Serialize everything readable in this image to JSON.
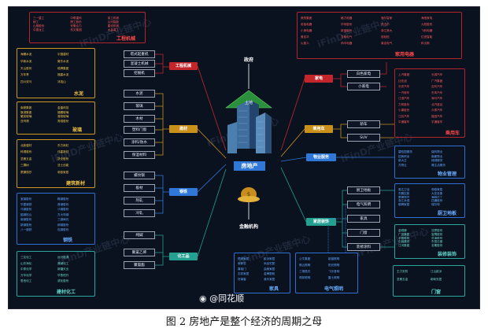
{
  "center": {
    "label": "房地产",
    "top_node": "政府",
    "bottom_node": "金融机构",
    "land_label": "土地"
  },
  "categories": {
    "engineering": "工程机械",
    "building": "建材",
    "steel": "钢铁",
    "chemical": "化工品",
    "appliance": "家电",
    "car": "乘用车",
    "property_service": "物业服务",
    "decoration": "家居装饰"
  },
  "left_items": {
    "engineering": [
      "塔式起重机",
      "混凝土机械",
      "挖掘机"
    ],
    "building": [
      "水泥",
      "玻璃",
      "木材",
      "塑料门窗",
      "涂料/防水",
      "保温材料"
    ],
    "steel": [
      "螺纹钢",
      "板材",
      "热轧",
      "冷轧"
    ],
    "chemical": [
      "纯碱",
      "聚氯乙烯",
      "聚氨酯"
    ]
  },
  "right_items": {
    "appliance": [
      "白色家电",
      "小家电"
    ],
    "car": [
      "轿车",
      "SUV"
    ],
    "decoration": [
      "厨卫地板",
      "电气照明",
      "家具",
      "门窗",
      "装修涂料"
    ]
  },
  "panels": {
    "engineering": {
      "title": "工程机械",
      "companies": [
        "三一重工",
        "中联重科",
        "徐工机械",
        "柳工",
        "厦工股份",
        "山河智能",
        "山推股份",
        "安徽合力",
        "建设机械",
        "中国龙工",
        "杭叉集团",
        "大金重工"
      ]
    },
    "cement": {
      "title": "水泥",
      "companies": [
        "海螺水泥",
        "中国建材",
        "华新水泥",
        "冀东水泥",
        "天山股份",
        "塔牌集团",
        "万年青",
        "福建水泥",
        "四川双马",
        "祁连山"
      ]
    },
    "glass": {
      "title": "玻璃",
      "companies": [
        "南玻集团",
        "金晶科技",
        "旗滨集团",
        "福耀玻璃",
        "耀皮玻璃",
        "洛阳玻璃",
        "亚玛顿",
        "秀强股份"
      ]
    },
    "new_material": {
      "title": "建筑新材",
      "companies": [
        "北新建材",
        "东方雨虹",
        "科顺股份",
        "伟星新材",
        "坚朗五金",
        "凯伦股份",
        "三棵树",
        "亚士创能",
        "蒙娜丽莎",
        "帝欧家居"
      ]
    },
    "steel": {
      "title": "钢铁",
      "companies": [
        "宝钢股份",
        "鞍钢股份",
        "华菱钢铁",
        "首钢股份",
        "马钢股份",
        "沙钢股份",
        "韶钢松山",
        "方大特钢",
        "南钢股份",
        "三钢闽光",
        "新钢股份",
        "柳钢股份",
        "八一钢铁",
        "包钢股份"
      ]
    },
    "chem": {
      "title": "建材化工",
      "companies": [
        "三友化工",
        "远兴能源",
        "山东海化",
        "氯碱化工",
        "中泰化学",
        "新疆天业",
        "万华化学",
        "华鲁恒升",
        "鲁西化工",
        "滨化股份"
      ]
    },
    "appliance": {
      "title": "家用电器",
      "companies": [
        "美的集团",
        "格力电器",
        "海尔智家",
        "海信家电",
        "老板电器",
        "华帝股份",
        "苏泊尔",
        "九阳股份",
        "小熊电器",
        "新宝股份",
        "浙江美大",
        "飞科电器",
        "奥佳华",
        "万和电气",
        "倍轻松",
        "亿田智能",
        "火星人",
        "帅丰电器",
        "莱克电气",
        "科沃斯"
      ]
    },
    "car": {
      "title": "乘用车",
      "companies": [
        "上汽集团",
        "长城汽车",
        "比亚迪",
        "广汽集团",
        "长安汽车",
        "吉利汽车",
        "一汽轿车",
        "东风汽车",
        "江淮汽车",
        "海马汽车",
        "力帆股份",
        "北汽蓝谷",
        "小康股份",
        "众泰汽车",
        "江铃汽车",
        "福田汽车",
        "中通客车",
        "宇通客车"
      ]
    },
    "property": {
      "title": "物业管理",
      "companies": [
        "碧桂园服务",
        "保利物业",
        "招商积余",
        "南都物业",
        "新大正",
        "绿城服务",
        "万物云",
        "雅生活服务"
      ]
    },
    "kitchen": {
      "title": "厨卫地板",
      "companies": [
        "惠达卫浴",
        "帝欧家居",
        "东鹏控股",
        "大亚圣象",
        "蒙娜丽莎",
        "海鸥住工",
        "浙江永强",
        "四通股份",
        "箭牌家居",
        "瑞尔特"
      ]
    },
    "decor": {
      "title": "装修装饰",
      "companies": [
        "金螳螂",
        "亚厦股份",
        "广田集团",
        "宝鹰股份",
        "全筑股份",
        "洪涛股份",
        "中装建设",
        "东易日盛",
        "江河集团",
        "名雕股份"
      ]
    },
    "furniture": {
      "title": "家具",
      "companies": [
        "顾家家居",
        "欧派家居",
        "索菲亚",
        "尚品宅配",
        "喜临门",
        "曲美家居",
        "志邦家居",
        "金牌厨柜",
        "好莱客",
        "我乐家居"
      ]
    },
    "lighting": {
      "title": "电气照明",
      "companies": [
        "公牛集团",
        "欧普照明",
        "佛山照明",
        "阳光照明",
        "三雄极光",
        "飞乐音响",
        "得邦照明",
        "雷士照明"
      ]
    },
    "door": {
      "title": "门窗",
      "companies": [
        "王力安防",
        "江山欧派",
        "坚朗五金",
        "盼盼安居"
      ]
    }
  },
  "credit": "@同花顺",
  "watermark": "iFinD产业链中心",
  "caption": "图 2 房地产是整个经济的周期之母"
}
